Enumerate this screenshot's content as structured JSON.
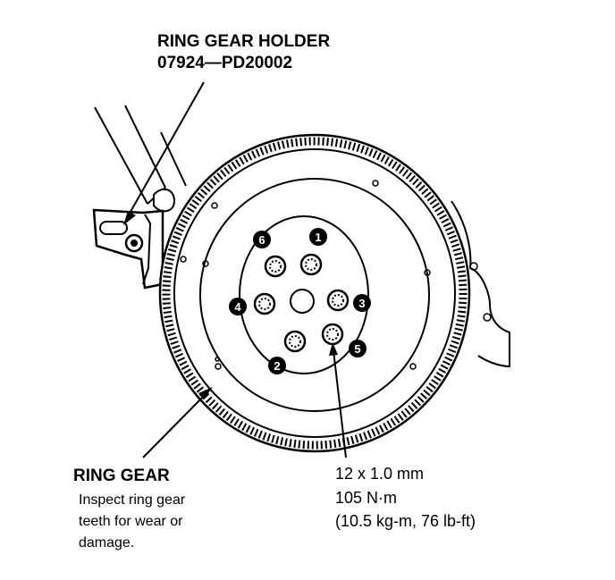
{
  "ring_gear_holder": {
    "title": "RING GEAR HOLDER",
    "part_number": "07924—PD20002"
  },
  "ring_gear": {
    "title": "RING GEAR",
    "note_lines": [
      "Inspect ring gear",
      "teeth for wear or",
      "damage."
    ]
  },
  "bolt_spec": {
    "size": "12 x 1.0 mm",
    "torque_nm": "105 N·m",
    "torque_alt": "(10.5 kg-m, 76 lb-ft)"
  },
  "bolt_sequence": [
    "1",
    "2",
    "3",
    "4",
    "5",
    "6"
  ],
  "colors": {
    "ink": "#000000",
    "paper": "#ffffff"
  }
}
